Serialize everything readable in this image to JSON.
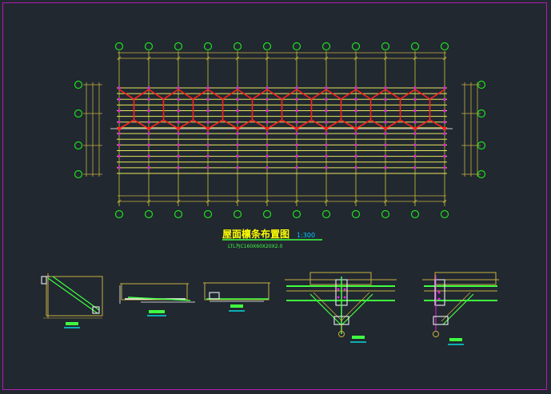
{
  "drawing": {
    "title": "屋面檩条布置图",
    "scale": "1:300",
    "note": "LTL为C160X60X20X2.0"
  },
  "colors": {
    "background": "#212830",
    "frame": "#b21bb2",
    "axis_bubble": "#1fe01f",
    "grid_line": "#c8c832",
    "purlin": "#e8e85a",
    "bracing": "#ff2020",
    "node": "#e020e0",
    "dimension": "#c8b040",
    "title": "#ffff00",
    "scale_text": "#00c8ff",
    "note_text": "#40ff40",
    "white_line": "#ffffff",
    "cyan_tag": "#00ffff"
  },
  "plan": {
    "column_axes": 12,
    "row_axes": 4,
    "purlin_lines": 16
  },
  "details": {
    "count": 5
  }
}
